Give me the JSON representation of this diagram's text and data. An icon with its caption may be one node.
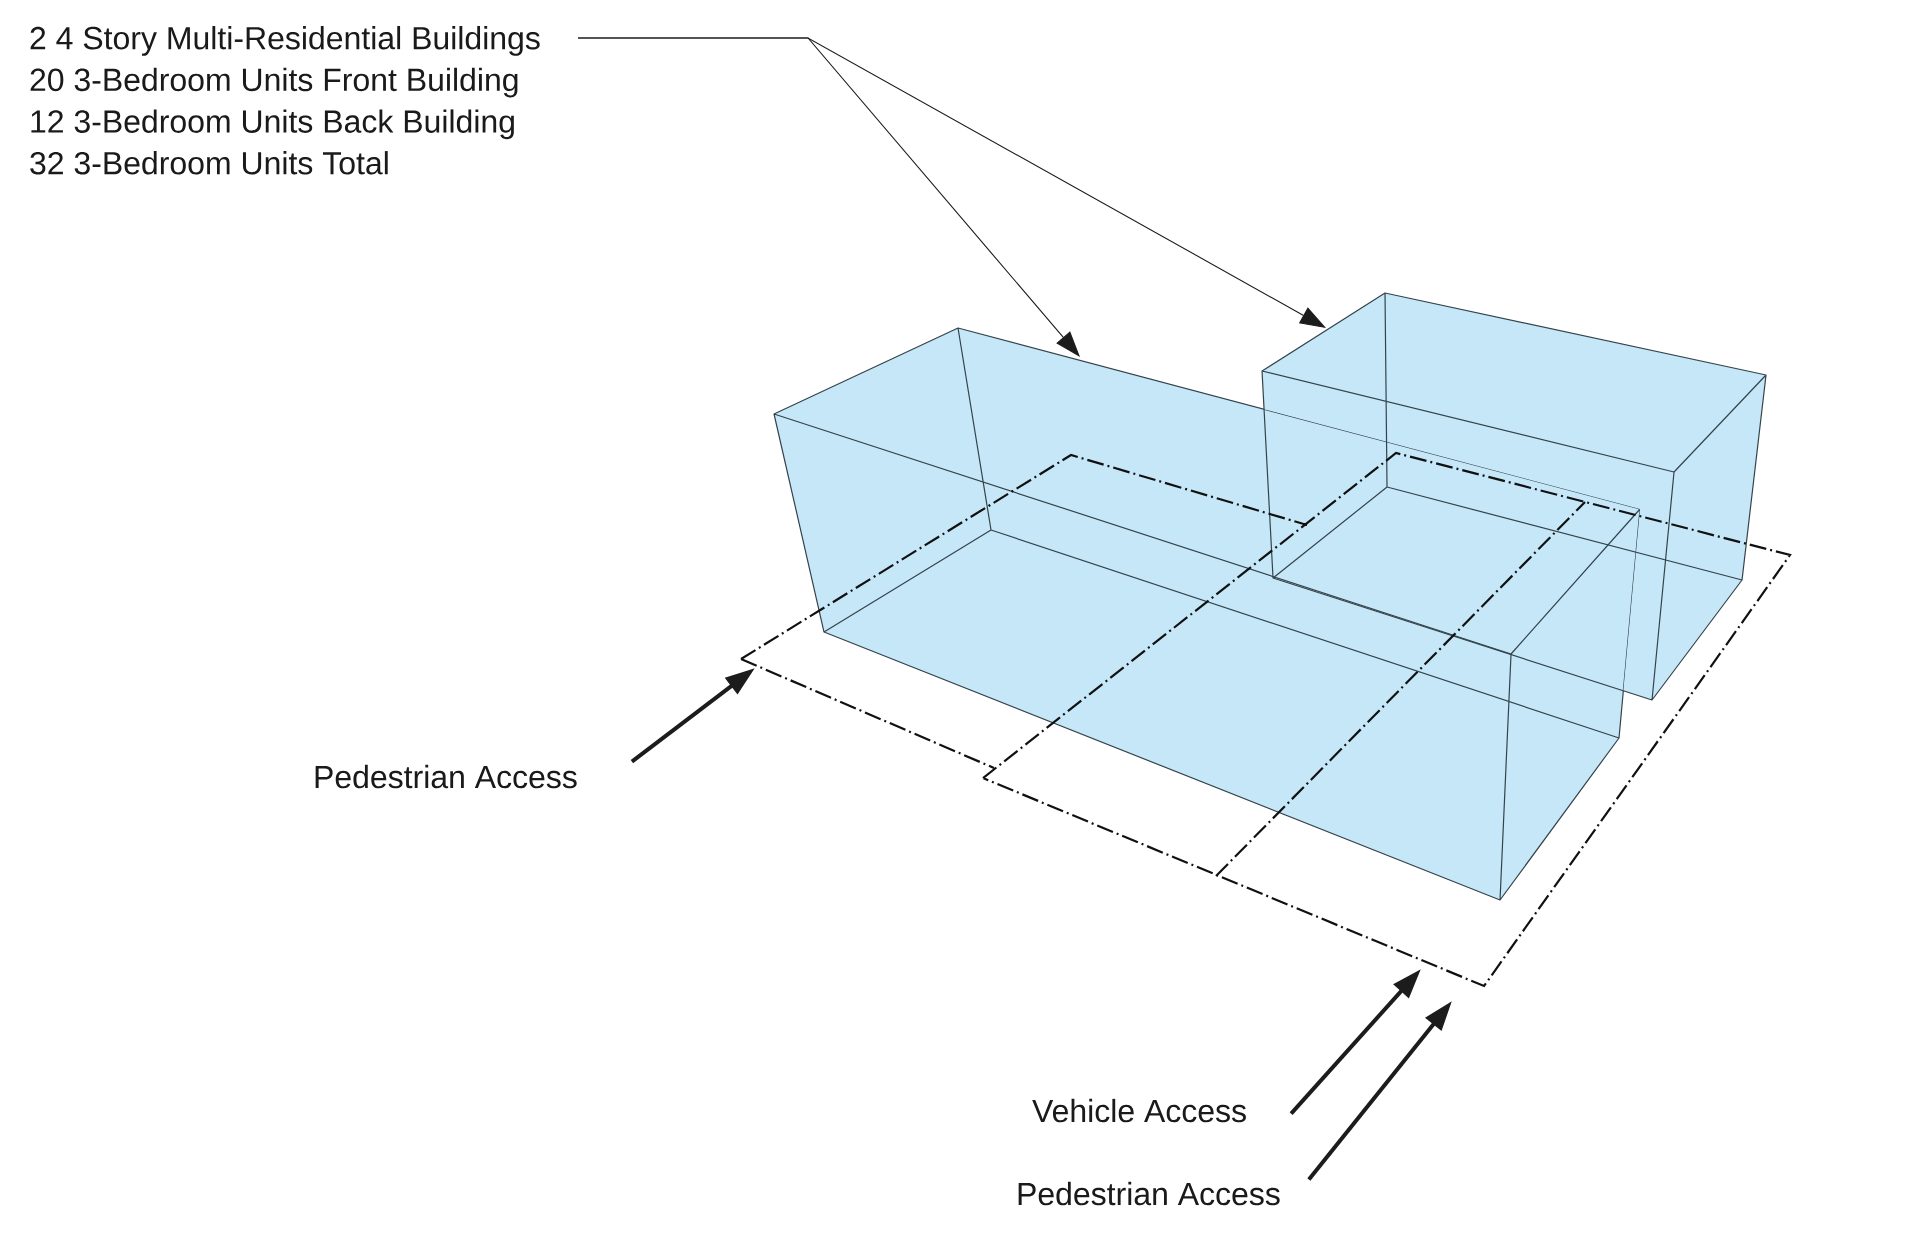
{
  "diagram": {
    "nodes": [
      {
        "text": [
          "2 4 Story Multi-Residential Buildings",
          "20 3-Bedroom Units Front Building",
          "12 3-Bedroom Units Back Building",
          "32 3-Bedroom Units Total"
        ]
      },
      {
        "text": [],
        "shape": "box"
      },
      {
        "text": [],
        "shape": "box"
      },
      {
        "text": [
          "Pedestrian Access"
        ]
      },
      {
        "text": [
          "Vehicle Access"
        ]
      },
      {
        "text": [
          "Pedestrian Access"
        ]
      }
    ],
    "edges": [
      {
        "from": 0,
        "to": 1,
        "arrow": "to"
      },
      {
        "from": 0,
        "to": 2,
        "arrow": "to"
      },
      {
        "from": 3,
        "to": null,
        "arrow": "to"
      },
      {
        "from": 4,
        "to": null,
        "arrow": "to"
      },
      {
        "from": 5,
        "to": null,
        "arrow": "to"
      }
    ]
  }
}
